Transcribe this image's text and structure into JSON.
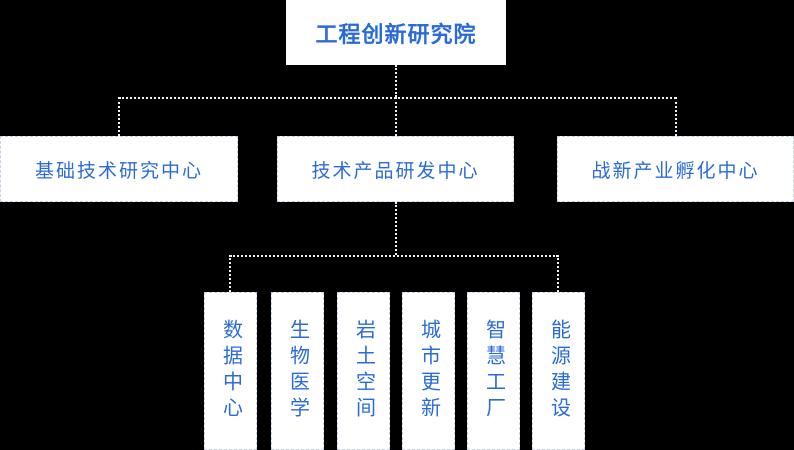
{
  "org": {
    "root": {
      "label": "工程创新研究院"
    },
    "centers": [
      {
        "label": "基础技术研究中心"
      },
      {
        "label": "技术产品研发中心"
      },
      {
        "label": "战新产业孵化中心"
      }
    ],
    "departments": [
      {
        "label": "数据中心"
      },
      {
        "label": "生物医学"
      },
      {
        "label": "岩土空间"
      },
      {
        "label": "城市更新"
      },
      {
        "label": "智慧工厂"
      },
      {
        "label": "能源建设"
      }
    ],
    "colors": {
      "background": "#000000",
      "box_fill": "#ffffff",
      "text_blue": "#2b6bd9",
      "box_border": "#c7d2e6",
      "connector": "#eef1f5"
    }
  }
}
